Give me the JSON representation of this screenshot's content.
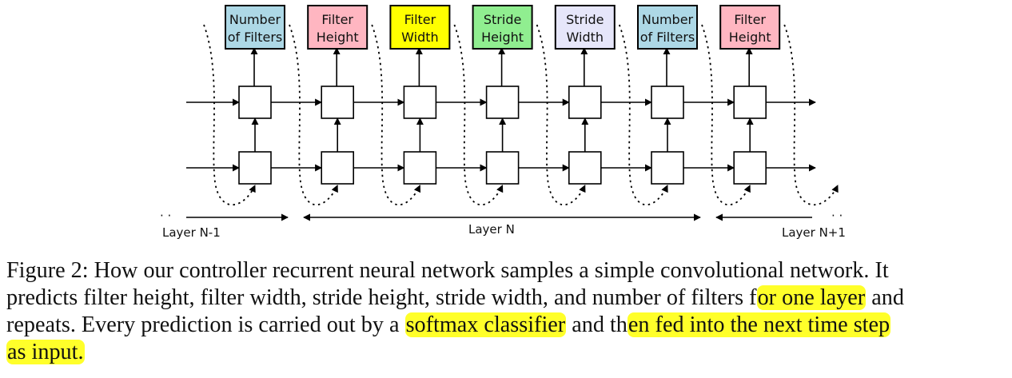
{
  "figure": {
    "outputs": [
      {
        "lines": [
          "Number",
          "of Filters"
        ],
        "color": "#add8e6"
      },
      {
        "lines": [
          "Filter",
          "Height"
        ],
        "color": "#ffb6c1"
      },
      {
        "lines": [
          "Filter",
          "Width"
        ],
        "color": "#ffff00"
      },
      {
        "lines": [
          "Stride",
          "Height"
        ],
        "color": "#90ee90"
      },
      {
        "lines": [
          "Stride",
          "Width"
        ],
        "color": "#e6e6fa"
      },
      {
        "lines": [
          "Number",
          "of Filters"
        ],
        "color": "#add8e6"
      },
      {
        "lines": [
          "Filter",
          "Height"
        ],
        "color": "#ffb6c1"
      }
    ],
    "layers": {
      "prev": "Layer N-1",
      "current": "Layer N",
      "next": "Layer N+1",
      "ellipsis_left": "· ·",
      "ellipsis_right": "· ·"
    }
  },
  "caption": {
    "line1": "Figure 2: How our controller recurrent neural network samples a simple convolutional network. It",
    "line2_a": "predicts filter height, filter width, stride height, stride width, and number of filters f",
    "line2_hl": "or one layer",
    "line2_b": " and",
    "line3_a": "repeats. Every prediction is carried out by a ",
    "line3_hl1": "softmax classifier",
    "line3_b": " and th",
    "line3_hl2": "en fed into the next time step",
    "line4_hl": "as input."
  },
  "colors": {
    "highlight": "#ffff2a"
  }
}
